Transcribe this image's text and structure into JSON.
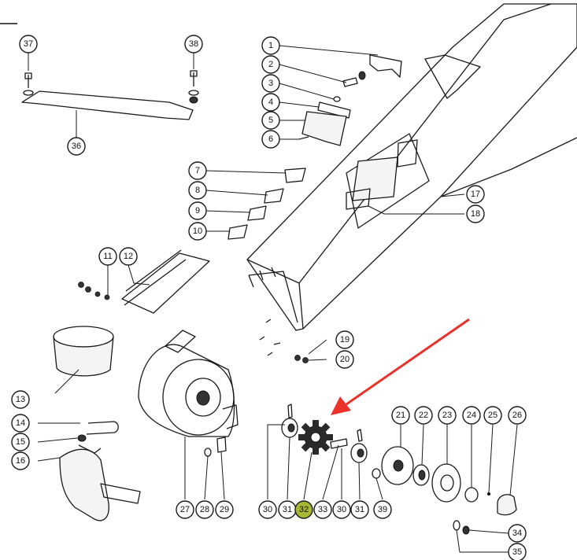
{
  "callouts": [
    {
      "n": "1"
    },
    {
      "n": "2"
    },
    {
      "n": "3"
    },
    {
      "n": "4"
    },
    {
      "n": "5"
    },
    {
      "n": "6"
    },
    {
      "n": "7"
    },
    {
      "n": "8"
    },
    {
      "n": "9"
    },
    {
      "n": "10"
    },
    {
      "n": "11"
    },
    {
      "n": "12"
    },
    {
      "n": "13"
    },
    {
      "n": "14"
    },
    {
      "n": "15"
    },
    {
      "n": "16"
    },
    {
      "n": "17"
    },
    {
      "n": "18"
    },
    {
      "n": "19"
    },
    {
      "n": "20"
    },
    {
      "n": "21"
    },
    {
      "n": "22"
    },
    {
      "n": "23"
    },
    {
      "n": "24"
    },
    {
      "n": "25"
    },
    {
      "n": "26"
    },
    {
      "n": "27"
    },
    {
      "n": "28"
    },
    {
      "n": "29"
    },
    {
      "n": "30"
    },
    {
      "n": "31"
    },
    {
      "n": "32"
    },
    {
      "n": "33"
    },
    {
      "n": "30"
    },
    {
      "n": "31"
    },
    {
      "n": "39"
    },
    {
      "n": "34"
    },
    {
      "n": "35"
    },
    {
      "n": "36"
    },
    {
      "n": "37"
    },
    {
      "n": "38"
    }
  ],
  "highlight_part": "32",
  "colors": {
    "highlight": "#a8b832",
    "arrow": "#e8322a",
    "line": "#1a1a1a"
  }
}
